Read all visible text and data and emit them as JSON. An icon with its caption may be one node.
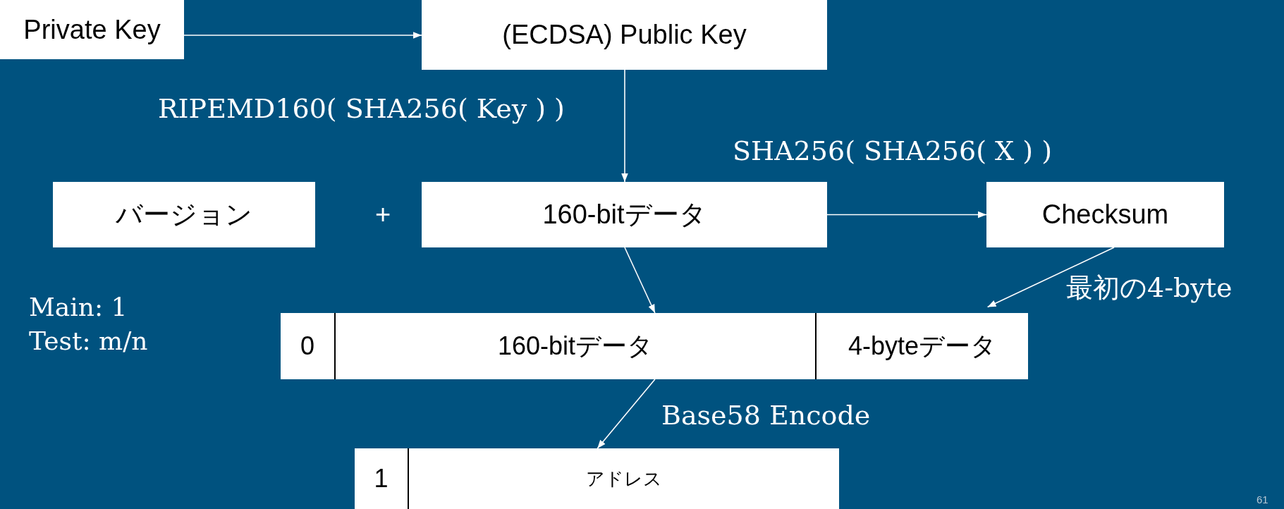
{
  "diagram": {
    "nodes": [
      {
        "text": [
          "Private Key"
        ]
      },
      {
        "text": [
          "(ECDSA) Public Key"
        ]
      },
      {
        "text": [
          "バージョン"
        ]
      },
      {
        "text": [
          "160-bitデータ"
        ]
      },
      {
        "text": [
          "Checksum"
        ]
      },
      {
        "text": [],
        "shape": "box"
      },
      {
        "text": [
          "0"
        ],
        "in": 5
      },
      {
        "text": [
          "160-bitデータ"
        ],
        "in": 5
      },
      {
        "text": [
          "4-byteデータ"
        ],
        "in": 5
      },
      {
        "text": [],
        "shape": "box"
      },
      {
        "text": [
          "1"
        ],
        "in": 9
      },
      {
        "text": [
          "アドレス"
        ],
        "in": 9
      }
    ],
    "edges": [
      {
        "from": 0,
        "to": 1,
        "arrow": "to"
      },
      {
        "from": 1,
        "to": 3,
        "arrow": "to",
        "label": "RIPEMD160( SHA256( Key ) )"
      },
      {
        "from": 3,
        "to": 4,
        "arrow": "to",
        "label": "SHA256( SHA256( X ) )"
      },
      {
        "from": 3,
        "to": 7,
        "arrow": "to"
      },
      {
        "from": 4,
        "to": 8,
        "arrow": "to",
        "label": "最初の4-byte"
      },
      {
        "from": 7,
        "to": 11,
        "arrow": "to",
        "label": "Base58 Encode"
      }
    ],
    "labels": [
      "+",
      "Main: 1",
      "Test: m/n",
      "61"
    ]
  }
}
